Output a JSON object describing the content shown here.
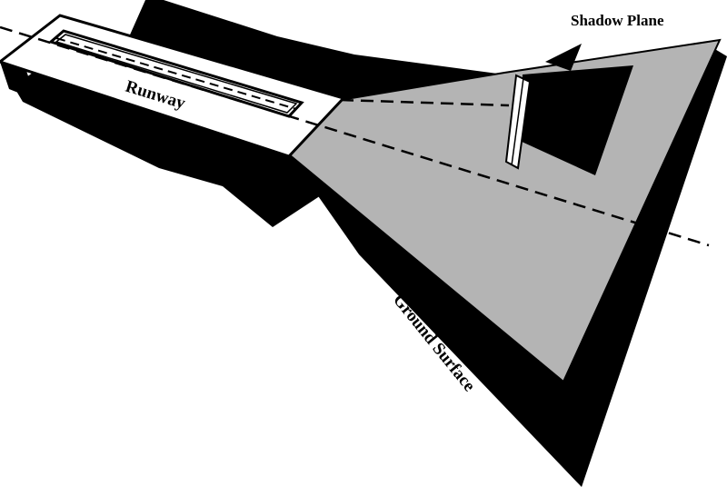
{
  "labels": {
    "runway": "Runway",
    "shadow_plane": "Shadow Plane",
    "ground_surface": "Ground Surface"
  },
  "colors": {
    "background": "#ffffff",
    "ground_surface": "#b4b4b4",
    "solid_shadow": "#000000",
    "runway_surface": "#ffffff",
    "outline": "#000000"
  }
}
